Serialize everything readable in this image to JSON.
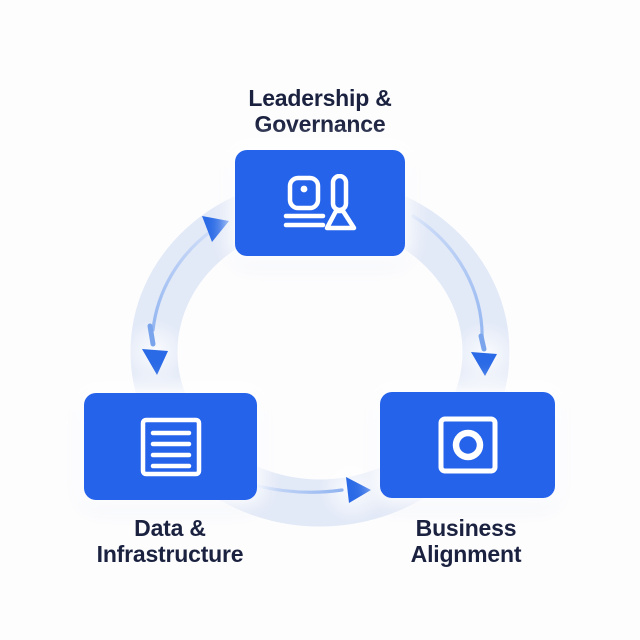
{
  "colors": {
    "background": "#fdfdfe",
    "card_fill": "#2563eb",
    "icon_stroke": "#ffffff",
    "label_text": "#1b2240",
    "ring_band": "#e2e9f7",
    "arrow": "#2a6ae6",
    "arc_light": "#cfddf8",
    "arc_dark": "#8fb3f0"
  },
  "nodes": [
    {
      "id": "leadership-governance",
      "label_line1": "Leadership &",
      "label_line2": "Governance",
      "icon": "podium-presenter-icon"
    },
    {
      "id": "data-infrastructure",
      "label_line1": "Data &",
      "label_line2": "Infrastructure",
      "icon": "document-list-icon"
    },
    {
      "id": "business-alignment",
      "label_line1": "Business",
      "label_line2": "Alignment",
      "icon": "framed-circle-icon"
    }
  ],
  "connections": [
    {
      "from": "data-infrastructure",
      "to": "leadership-governance",
      "arrowheads": "both",
      "shape": "left-arc"
    },
    {
      "from": "leadership-governance",
      "to": "business-alignment",
      "arrowheads": "end",
      "shape": "right-arc"
    },
    {
      "from": "data-infrastructure",
      "to": "business-alignment",
      "arrowheads": "end",
      "shape": "bottom-arc"
    }
  ]
}
